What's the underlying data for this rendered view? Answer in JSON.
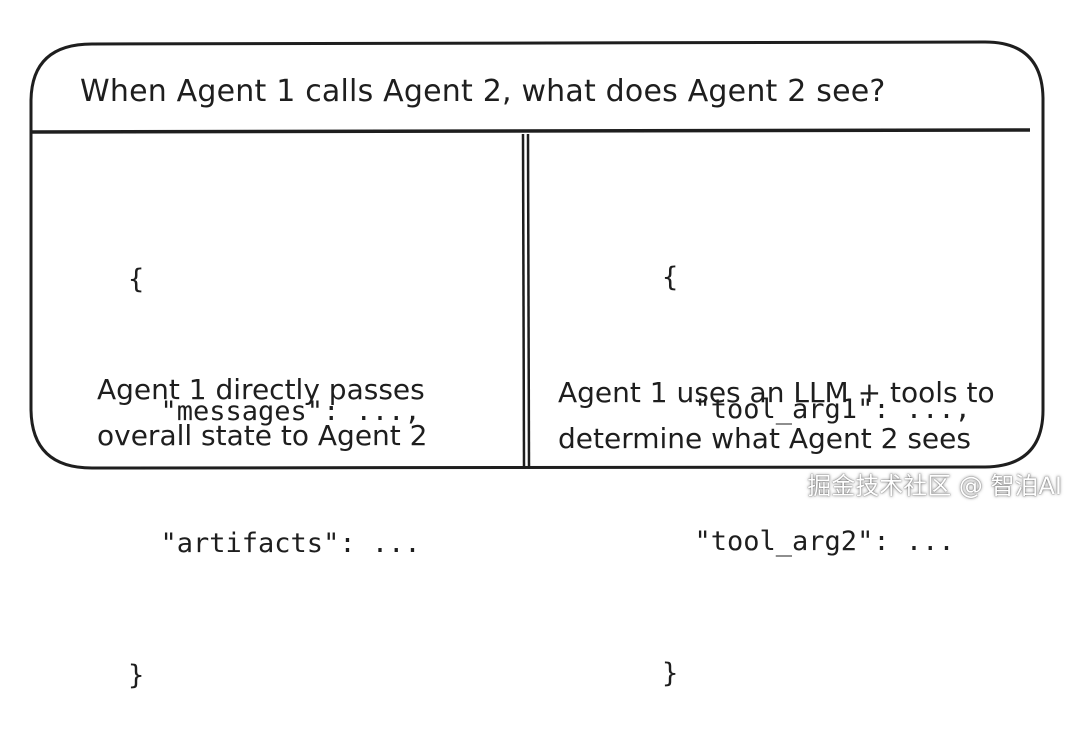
{
  "title": "When Agent 1 calls Agent 2, what does Agent 2 see?",
  "left_panel": {
    "code_lines": [
      "{",
      "  \"messages\": ...,",
      "  \"artifacts\": ...",
      "}"
    ],
    "caption_lines": [
      "Agent 1 directly passes",
      "overall state to Agent 2"
    ]
  },
  "right_panel": {
    "code_lines": [
      "{",
      "  \"tool_arg1\": ...,",
      "  \"tool_arg2\": ...",
      "}"
    ],
    "caption_lines": [
      "Agent 1 uses an LLM + tools to",
      "determine what Agent 2 sees"
    ]
  },
  "watermark": "掘金技术社区 @ 智泊AI",
  "colors": {
    "stroke": "#1e1e1e",
    "background": "#ffffff"
  }
}
